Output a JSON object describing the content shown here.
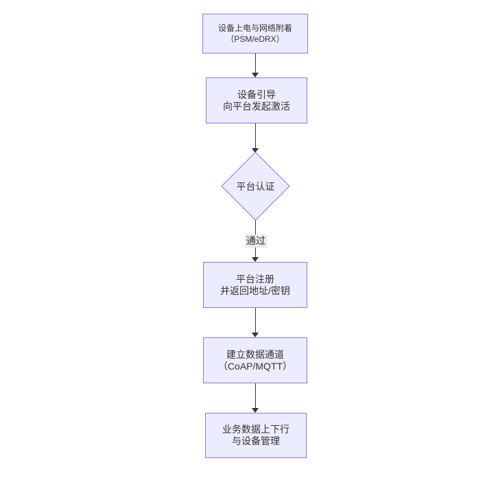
{
  "diagram": {
    "type": "flowchart",
    "direction": "top-down",
    "colors": {
      "background": "#ffffff",
      "node_fill": "#ececff",
      "node_border": "#9370db",
      "text": "#333333",
      "arrow": "#333333",
      "edge_label_bg": "#e8e8e8"
    },
    "nodes": [
      {
        "id": "power_attach",
        "shape": "rect",
        "lines": [
          "设备上电与网络附着",
          "（PSM/eDRX）"
        ]
      },
      {
        "id": "bootstrap",
        "shape": "rect",
        "lines": [
          "设备引导",
          "向平台发起激活"
        ]
      },
      {
        "id": "platform_auth",
        "shape": "diamond",
        "lines": [
          "平台认证"
        ]
      },
      {
        "id": "platform_register",
        "shape": "rect",
        "lines": [
          "平台注册",
          "并返回地址/密钥"
        ]
      },
      {
        "id": "data_channel",
        "shape": "rect",
        "lines": [
          "建立数据通道",
          "（CoAP/MQTT）"
        ]
      },
      {
        "id": "business_data",
        "shape": "rect",
        "lines": [
          "业务数据上下行",
          "与设备管理"
        ]
      }
    ],
    "edges": [
      {
        "from": "power_attach",
        "to": "bootstrap",
        "label": ""
      },
      {
        "from": "bootstrap",
        "to": "platform_auth",
        "label": ""
      },
      {
        "from": "platform_auth",
        "to": "platform_register",
        "label": "通过"
      },
      {
        "from": "platform_register",
        "to": "data_channel",
        "label": ""
      },
      {
        "from": "data_channel",
        "to": "business_data",
        "label": ""
      }
    ]
  }
}
